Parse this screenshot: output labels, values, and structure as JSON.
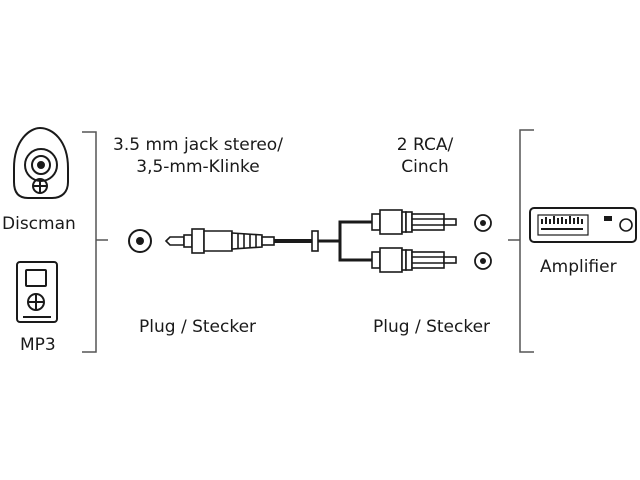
{
  "left_devices": {
    "discman_label": "Discman",
    "mp3_label": "MP3",
    "discman_icon": "discman-icon",
    "mp3_icon": "mp3-player-icon"
  },
  "cable": {
    "jack_title_line1": "3.5 mm jack stereo/",
    "jack_title_line2": "3,5-mm-Klinke",
    "rca_title_line1": "2 RCA/",
    "rca_title_line2": "Cinch",
    "left_plug_label": "Plug / Stecker",
    "right_plug_label": "Plug / Stecker"
  },
  "right_device": {
    "amplifier_label": "Amplifier",
    "amplifier_icon": "amplifier-icon"
  },
  "colors": {
    "line": "#1a1a1a",
    "bracket": "#555555",
    "background": "#ffffff"
  }
}
